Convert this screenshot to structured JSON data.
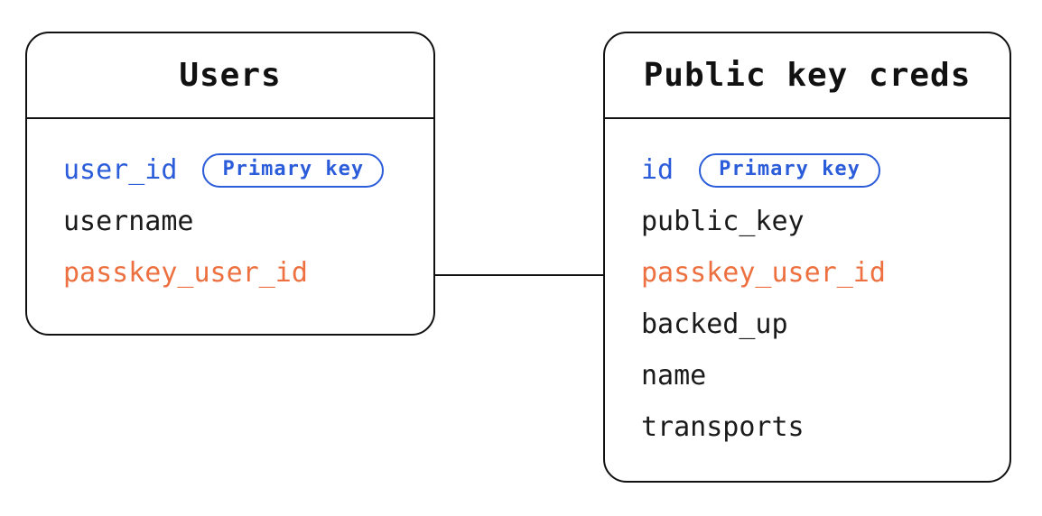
{
  "diagram": {
    "colors": {
      "primary_key_blue": "#2B5CDA",
      "foreign_key_orange": "#ED7140",
      "line_black": "#111111",
      "background": "#ffffff"
    },
    "tables": [
      {
        "title": "Users",
        "fields": [
          {
            "name": "user_id",
            "badge": "Primary key",
            "role": "primary"
          },
          {
            "name": "username",
            "role": "regular"
          },
          {
            "name": "passkey_user_id",
            "role": "foreign"
          }
        ]
      },
      {
        "title": "Public key creds",
        "fields": [
          {
            "name": "id",
            "badge": "Primary key",
            "role": "primary"
          },
          {
            "name": "public_key",
            "role": "regular"
          },
          {
            "name": "passkey_user_id",
            "role": "foreign"
          },
          {
            "name": "backed_up",
            "role": "regular"
          },
          {
            "name": "name",
            "role": "regular"
          },
          {
            "name": "transports",
            "role": "regular"
          }
        ]
      }
    ],
    "relationship": {
      "from_table": "Users",
      "from_field": "passkey_user_id",
      "to_table": "Public key creds",
      "to_field": "passkey_user_id",
      "style": "straight-line"
    }
  }
}
